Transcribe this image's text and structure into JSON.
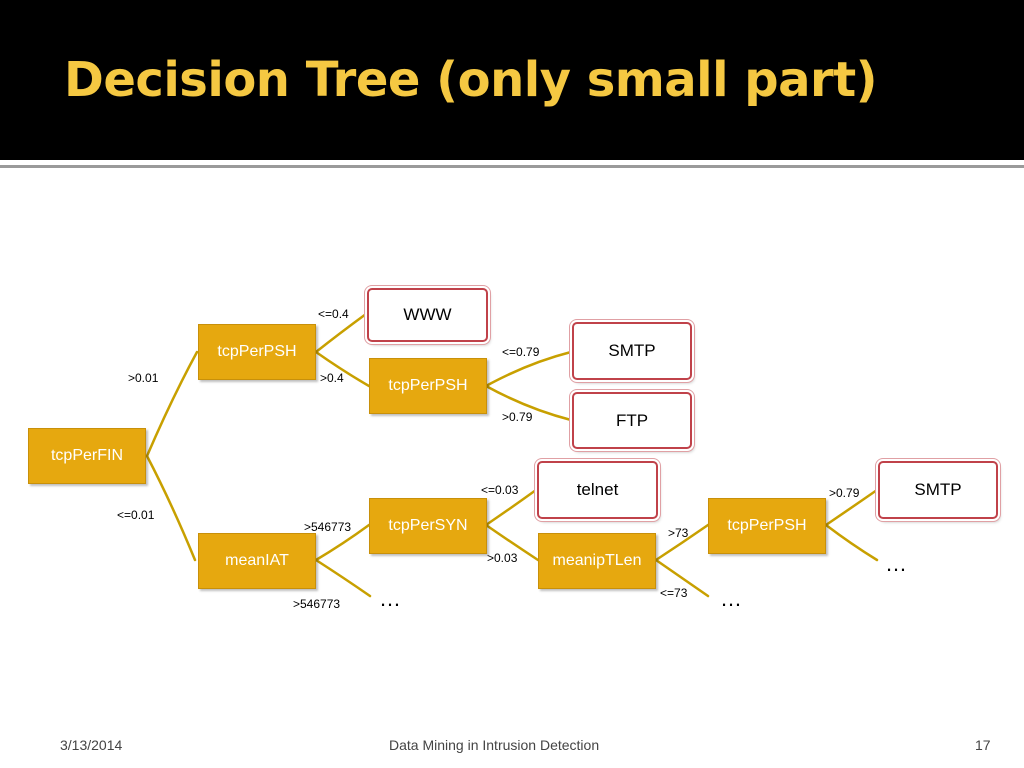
{
  "slide": {
    "title": "Decision Tree (only small part)"
  },
  "tree": {
    "nodes": {
      "root": "tcpPerFIN",
      "n1": "tcpPerPSH",
      "leaf_www": "WWW",
      "n2": "tcpPerPSH",
      "leaf_smtp1": "SMTP",
      "leaf_ftp": "FTP",
      "n3": "meanIAT",
      "n4": "tcpPerSYN",
      "ellipsis_a": "…",
      "leaf_telnet": "telnet",
      "n5": "meanipTLen",
      "n6": "tcpPerPSH",
      "ellipsis_b": "…",
      "leaf_smtp2": "SMTP",
      "ellipsis_c": "…"
    },
    "edge_labels": {
      "root_n1": ">0.01",
      "root_n3": "<=0.01",
      "n1_www": "<=0.4",
      "n1_n2": ">0.4",
      "n2_smtp": "<=0.79",
      "n2_ftp": ">0.79",
      "n3_n4": ">546773",
      "n3_ellipsis": ">546773",
      "n4_telnet": "<=0.03",
      "n4_n5": ">0.03",
      "n5_n6": ">73",
      "n5_ellipsis": "<=73",
      "n6_smtp": ">0.79"
    },
    "colors": {
      "inner_node": "#e6a80f",
      "leaf_border": "#c0424a",
      "edge": "#c8a000"
    }
  },
  "footer": {
    "date": "3/13/2014",
    "center": "Data Mining in Intrusion Detection",
    "page": "17"
  }
}
